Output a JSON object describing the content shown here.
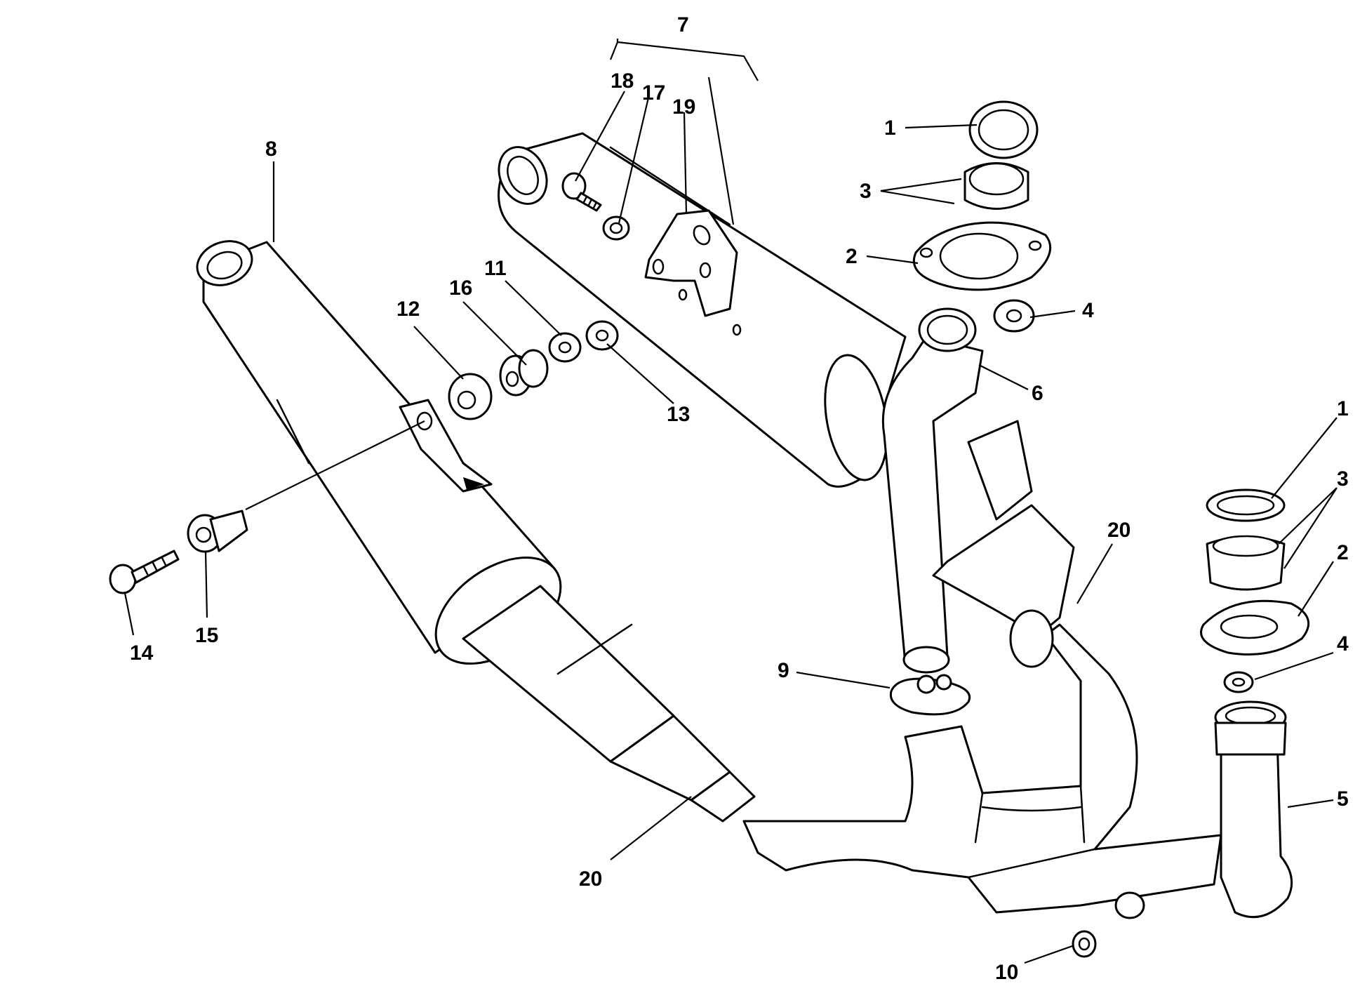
{
  "callouts": [
    {
      "id": "c1a",
      "text": "1"
    },
    {
      "id": "c3a",
      "text": "3"
    },
    {
      "id": "c2a",
      "text": "2"
    },
    {
      "id": "c4a",
      "text": "4"
    },
    {
      "id": "c6",
      "text": "6"
    },
    {
      "id": "c7",
      "text": "7"
    },
    {
      "id": "c8",
      "text": "8"
    },
    {
      "id": "c18",
      "text": "18"
    },
    {
      "id": "c17",
      "text": "17"
    },
    {
      "id": "c19",
      "text": "19"
    },
    {
      "id": "c12",
      "text": "12"
    },
    {
      "id": "c16",
      "text": "16"
    },
    {
      "id": "c11",
      "text": "11"
    },
    {
      "id": "c13",
      "text": "13"
    },
    {
      "id": "c14",
      "text": "14"
    },
    {
      "id": "c15",
      "text": "15"
    },
    {
      "id": "c9",
      "text": "9"
    },
    {
      "id": "c20a",
      "text": "20"
    },
    {
      "id": "c20b",
      "text": "20"
    },
    {
      "id": "c1b",
      "text": "1"
    },
    {
      "id": "c3b",
      "text": "3"
    },
    {
      "id": "c2b",
      "text": "2"
    },
    {
      "id": "c4b",
      "text": "4"
    },
    {
      "id": "c5",
      "text": "5"
    },
    {
      "id": "c10",
      "text": "10"
    }
  ],
  "colors": {
    "line": "#000000",
    "background": "#ffffff"
  }
}
